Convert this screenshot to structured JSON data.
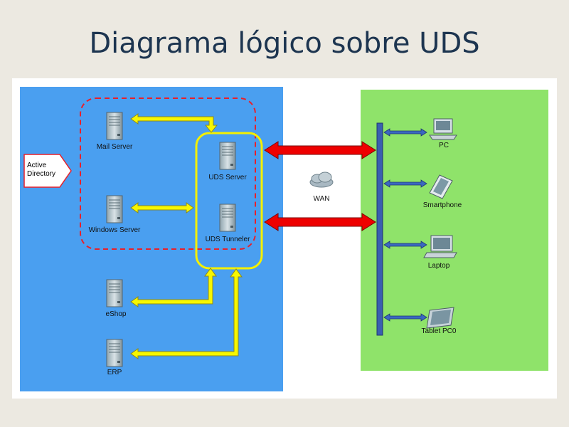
{
  "title": "Diagrama lógico sobre UDS",
  "labels": {
    "active_directory_line1": "Active",
    "active_directory_line2": "Directory",
    "mail_server": "Mail Server",
    "windows_server": "Windows Server",
    "uds_server": "UDS Server",
    "uds_tunneler": "UDS Tunneler",
    "eshop": "eShop",
    "erp": "ERP",
    "wan": "WAN",
    "pc": "PC",
    "smartphone": "Smartphone",
    "laptop": "Laptop",
    "tablet": "Tablet PC0"
  },
  "colors": {
    "left_zone": "#4a9ff0",
    "right_zone": "#8fe36a",
    "dashed_group": "#e8202a",
    "uds_group": "#f4f000",
    "red_arrow": "#ee0000",
    "yellow_arrow": "#f7f700",
    "bus": "#3a5fb0"
  }
}
